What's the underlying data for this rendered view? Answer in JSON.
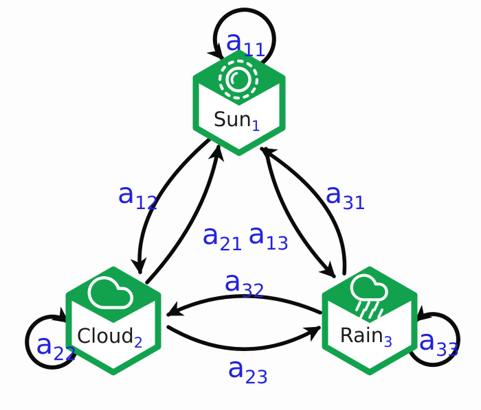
{
  "diagram_type": "markov-chain-state-transition",
  "colors": {
    "green": "#12a24d",
    "blue": "#2222dd",
    "arrow": "#0b0b0b",
    "text": "#1c1c1c",
    "bg": "#fdfdfd"
  },
  "nodes": {
    "sun": {
      "label": "Sun",
      "subscript": "1",
      "icon": "sun-icon"
    },
    "cloud": {
      "label": "Cloud",
      "subscript": "2",
      "icon": "cloud-icon"
    },
    "rain": {
      "label": "Rain",
      "subscript": "3",
      "icon": "rain-cloud-icon"
    }
  },
  "transitions": {
    "a11": {
      "base": "a",
      "sub": "11",
      "from": "sun",
      "to": "sun"
    },
    "a12": {
      "base": "a",
      "sub": "12",
      "from": "sun",
      "to": "cloud"
    },
    "a21": {
      "base": "a",
      "sub": "21",
      "from": "cloud",
      "to": "sun"
    },
    "a13": {
      "base": "a",
      "sub": "13",
      "from": "sun",
      "to": "rain"
    },
    "a31": {
      "base": "a",
      "sub": "31",
      "from": "rain",
      "to": "sun"
    },
    "a32": {
      "base": "a",
      "sub": "32",
      "from": "rain",
      "to": "cloud"
    },
    "a23": {
      "base": "a",
      "sub": "23",
      "from": "cloud",
      "to": "rain"
    },
    "a22": {
      "base": "a",
      "sub": "22",
      "from": "cloud",
      "to": "cloud"
    },
    "a33": {
      "base": "a",
      "sub": "33",
      "from": "rain",
      "to": "rain"
    }
  }
}
